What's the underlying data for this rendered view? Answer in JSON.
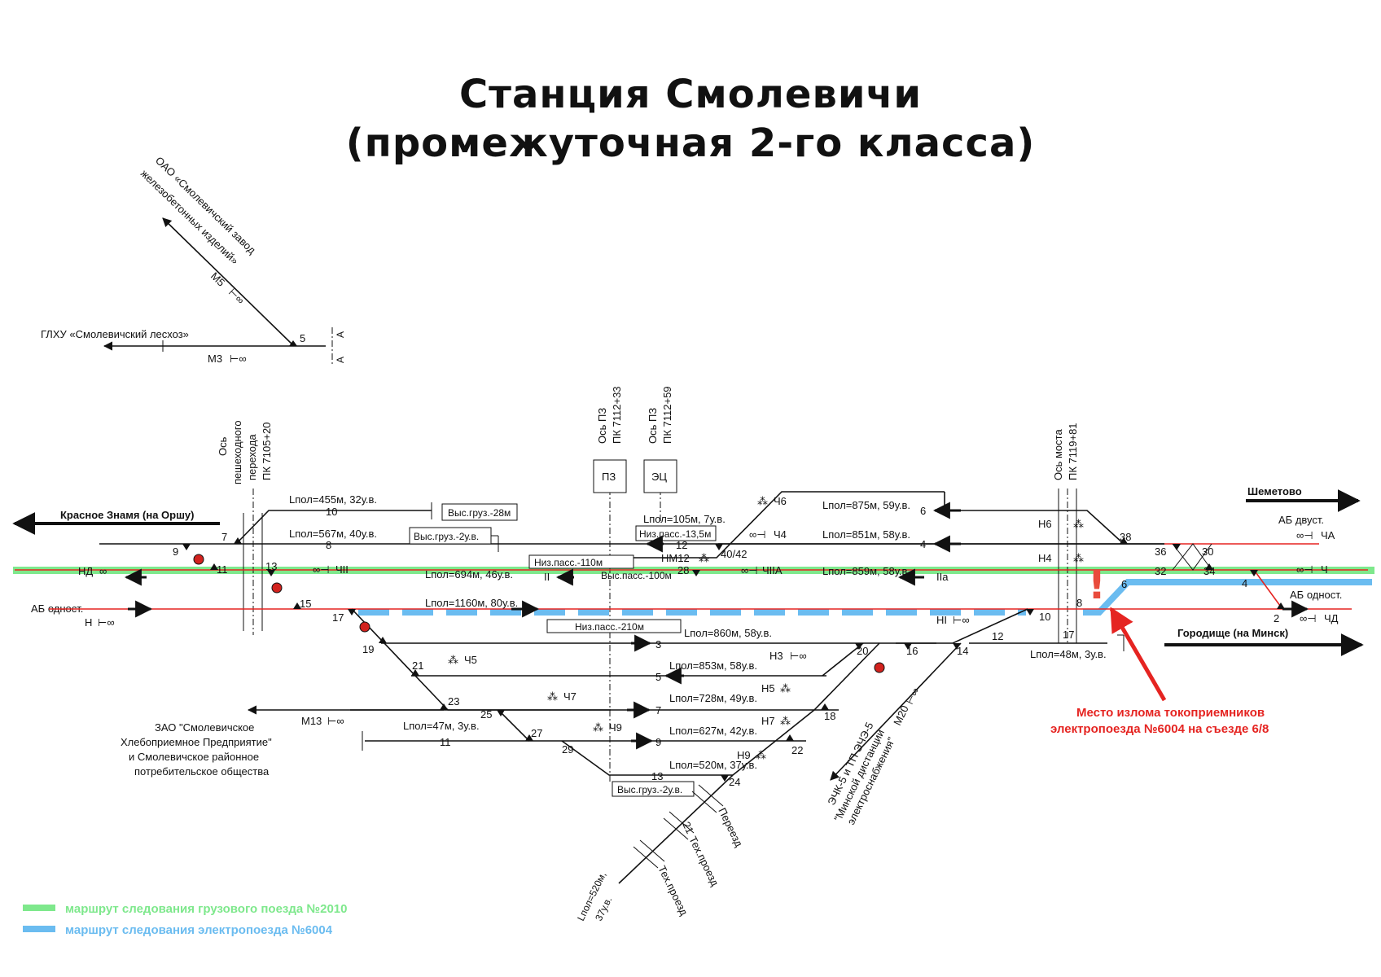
{
  "title_line1": "Станция Смолевичи",
  "title_line2": "(промежуточная 2-го класса)",
  "colors": {
    "freight_route": "#7ee88c",
    "electric_route": "#6bbcf0",
    "main_red": "#e52421",
    "callout_red": "#e52421"
  },
  "branches": {
    "zavod": "ОАО «Смолевичский завод железобетонных изделий»",
    "zavod_l1": "ОАО «Смолевичский завод",
    "zavod_l2": "железобетонных изделий»",
    "m5": "М5",
    "leskhoz": "ГЛХУ «Смолевичский лесхоз»",
    "m3": "М3",
    "sw5": "5",
    "a1": "А",
    "a2": "А"
  },
  "directions": {
    "krasnoe": "Красное Знамя (на Оршу)",
    "shemetovo": "Шеметово",
    "gorodische": "Городище (на Минск)",
    "ab_dvust": "АБ двуст.",
    "ab_odnost_left": "АБ одност.",
    "ab_odnost_right": "АБ одност."
  },
  "axes": {
    "ped_1": "Ось",
    "ped_2": "пешеходного",
    "ped_3": "перехода",
    "ped_4": "ПК 7105+20",
    "p3a_1": "Ось ПЗ",
    "p3a_2": "ПК 7112+33",
    "p3b_1": "Ось ПЗ",
    "p3b_2": "ПК 7112+59",
    "bridge_1": "Ось моста",
    "bridge_2": "ПК 7119+81"
  },
  "buildings": {
    "pz": "ПЗ",
    "ec": "ЭЦ"
  },
  "signals": {
    "nd": "НД",
    "n": "Н",
    "chii": "ЧII",
    "chiia": "ЧIIА",
    "cha": "ЧА",
    "ch": "Ч",
    "chd": "ЧД",
    "ch4": "Ч4",
    "ch5": "Ч5",
    "ch6": "Ч6",
    "ch7": "Ч7",
    "ch9": "Ч9",
    "n3": "Н3",
    "n5": "Н5",
    "n7": "Н7",
    "n9": "Н9",
    "n4": "Н4",
    "n6": "Н6",
    "ni": "НI",
    "nm12": "НМ12",
    "m13": "М13",
    "iia": "IIа",
    "ii": "II"
  },
  "tracks": {
    "t10": "10",
    "t10_len": "Lпол=455м, 32у.в.",
    "t8": "8",
    "t8_len": "Lпол=567м, 40у.в.",
    "t2_len": "Lпол=694м, 46у.в.",
    "t1_len": "Lпол=1160м, 80у.в.",
    "t12": "12",
    "t12_len": "Lпол=105м, 7у.в.",
    "t6": "6",
    "t6_len": "Lпол=875м, 59у.в.",
    "t4": "4",
    "t4_len": "Lпол=851м, 58у.в.",
    "t2r_len": "Lпол=859м, 58у.в.",
    "t3": "3",
    "t3_len": "Lпол=860м, 58у.в.",
    "t5": "5",
    "t5_len": "Lпол=853м, 58у.в.",
    "t7": "7",
    "t7_len": "Lпол=728м, 49у.в.",
    "t9": "9",
    "t9_len": "Lпол=627м, 42у.в.",
    "t11": "11",
    "t11_len": "Lпол=47м, 3у.в.",
    "t13": "13",
    "t13_len": "Lпол=520м, 37у.в.",
    "t17": "17",
    "t17_len": "Lпол=48м, 3у.в.",
    "tex_len_1": "Lпол=520м,",
    "tex_len_2": "37у.в."
  },
  "platforms": {
    "vys_28": "Выс.груз.-28м",
    "vys_2a": "Выс.груз.-2у.в.",
    "niz_135": "Низ.пасс.-13,5м",
    "niz_110": "Низ.пасс.-110м",
    "vys_100": "Выс.пасс.-100м",
    "niz_210": "Низ.пасс.-210м",
    "vys_2b": "Выс.груз.-2у.в."
  },
  "switches": {
    "s7": "7",
    "s9": "9",
    "s11": "11",
    "s13": "13",
    "s15": "15",
    "s17": "17",
    "s19": "19",
    "s21": "21",
    "s23": "23",
    "s25": "25",
    "s27": "27",
    "s29": "29",
    "s24": "24",
    "s22": "22",
    "s18": "18",
    "s20": "20",
    "s16": "16",
    "s14": "14",
    "s12": "12",
    "s10": "10",
    "s8": "8",
    "s6": "6",
    "s4": "4",
    "s2": "2",
    "s28": "28",
    "s4042": "40/42",
    "s38": "38",
    "s36": "36",
    "s30": "30",
    "s32": "32",
    "s34": "34",
    "s21b": "21"
  },
  "crossings": {
    "pereezd": "Переезд",
    "tex1": "Тех.проезд",
    "tex2": "Тех.проезд"
  },
  "organisations": {
    "zao_1": "ЗАО \"Смолевичское",
    "zao_2": "Хлебоприемное Предприятие\"",
    "zao_3": "и Смолевичское районное",
    "zao_4": "потребительское общества",
    "m20": "М20",
    "ech_1": "ЭЧК-5 и ТП ЭЧЭ-5",
    "ech_2": "\"Минской дистанции",
    "ech_3": "электроснабжения\""
  },
  "callout": {
    "line1": "Место излома токоприемников",
    "line2": "электропоезда №6004 на съезде 6/8",
    "mark": "!"
  },
  "legend": {
    "freight": "маршрут следования грузового поезда №2010",
    "electric": "маршрут следования электропоезда №6004"
  }
}
